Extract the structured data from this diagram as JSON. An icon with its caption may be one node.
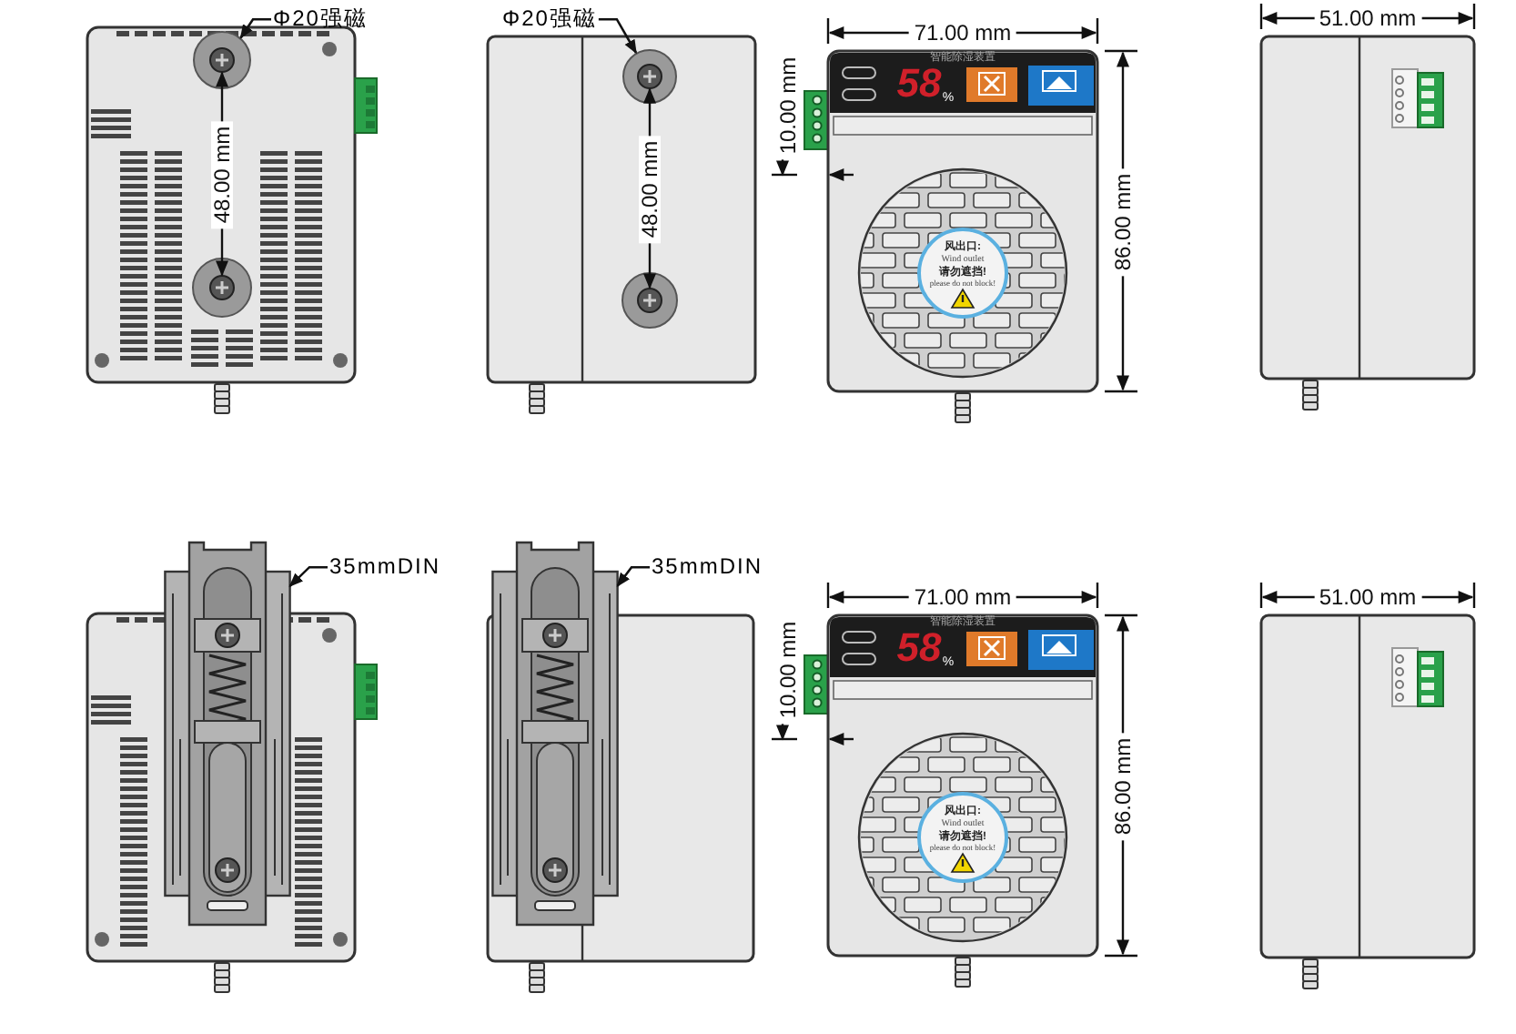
{
  "diagram": {
    "nodes": [
      {
        "text": [
          "Φ20强磁"
        ]
      },
      {
        "text": [],
        "shape": "circle"
      },
      {
        "text": [
          "Φ20强磁"
        ]
      },
      {
        "text": [],
        "shape": "circle"
      },
      {
        "text": [
          "35mmDIN"
        ]
      },
      {
        "text": [],
        "shape": "picture"
      },
      {
        "text": [
          "35mmDIN"
        ]
      },
      {
        "text": [],
        "shape": "picture"
      }
    ],
    "edges": [
      {
        "from": 0,
        "to": 1,
        "arrow": "to"
      },
      {
        "from": 2,
        "to": 3,
        "arrow": "to"
      },
      {
        "from": 4,
        "to": 5,
        "arrow": "to"
      },
      {
        "from": 6,
        "to": 7,
        "arrow": "to"
      }
    ],
    "labels": [
      "48.00 mm",
      "48.00 mm",
      "71.00 mm",
      "10.00 mm",
      "智能除湿装置",
      "58",
      "%",
      "风出口:",
      "Wind outlet",
      "请勿遮挡!",
      "please do not block!",
      "86.00 mm",
      "51.00 mm",
      "71.00 mm",
      "10.00 mm",
      "智能除湿装置",
      "58",
      "%",
      "风出口:",
      "Wind outlet",
      "请勿遮挡!",
      "please do not block!",
      "86.00 mm",
      "51.00 mm"
    ]
  }
}
